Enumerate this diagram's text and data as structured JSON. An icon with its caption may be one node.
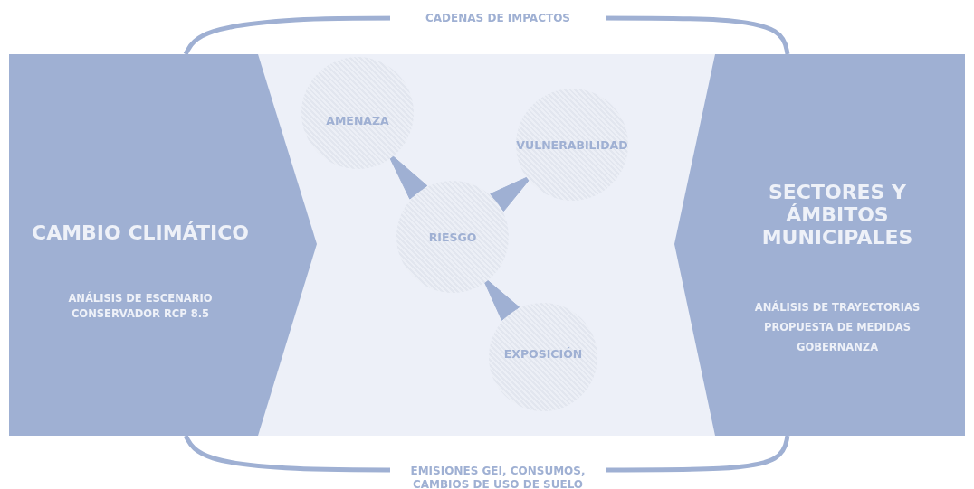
{
  "diagram": {
    "nodes": [
      {
        "text": [
          "CAMBIO CLIMÁTICO",
          "ANÁLISIS DE ESCENARIO CONSERVADOR RCP 8.5"
        ]
      },
      {
        "text": [
          "AMENAZA"
        ]
      },
      {
        "text": [
          "VULNERABILIDAD"
        ]
      },
      {
        "text": [
          "RIESGO"
        ]
      },
      {
        "text": [
          "EXPOSICIÓN"
        ]
      },
      {
        "text": [
          "SECTORES Y ÁMBITOS MUNICIPALES",
          "ANÁLISIS DE TRAYECTORIAS",
          "PROPUESTA DE MEDIDAS",
          "GOBERNANZA"
        ]
      }
    ],
    "edges": [
      {
        "from": 1,
        "to": 3,
        "arrow": "none",
        "style": "thick"
      },
      {
        "from": 2,
        "to": 3,
        "arrow": "none",
        "style": "thick"
      },
      {
        "from": 3,
        "to": 4,
        "arrow": "none",
        "style": "thick"
      },
      {
        "from": 0,
        "to": 5,
        "arrow": "none",
        "label": "CADENAS DE IMPACTOS"
      },
      {
        "from": 0,
        "to": 5,
        "arrow": "none",
        "label": "EMISIONES GEI, CONSUMOS, CAMBIOS DE USO DE SUELO"
      }
    ]
  }
}
